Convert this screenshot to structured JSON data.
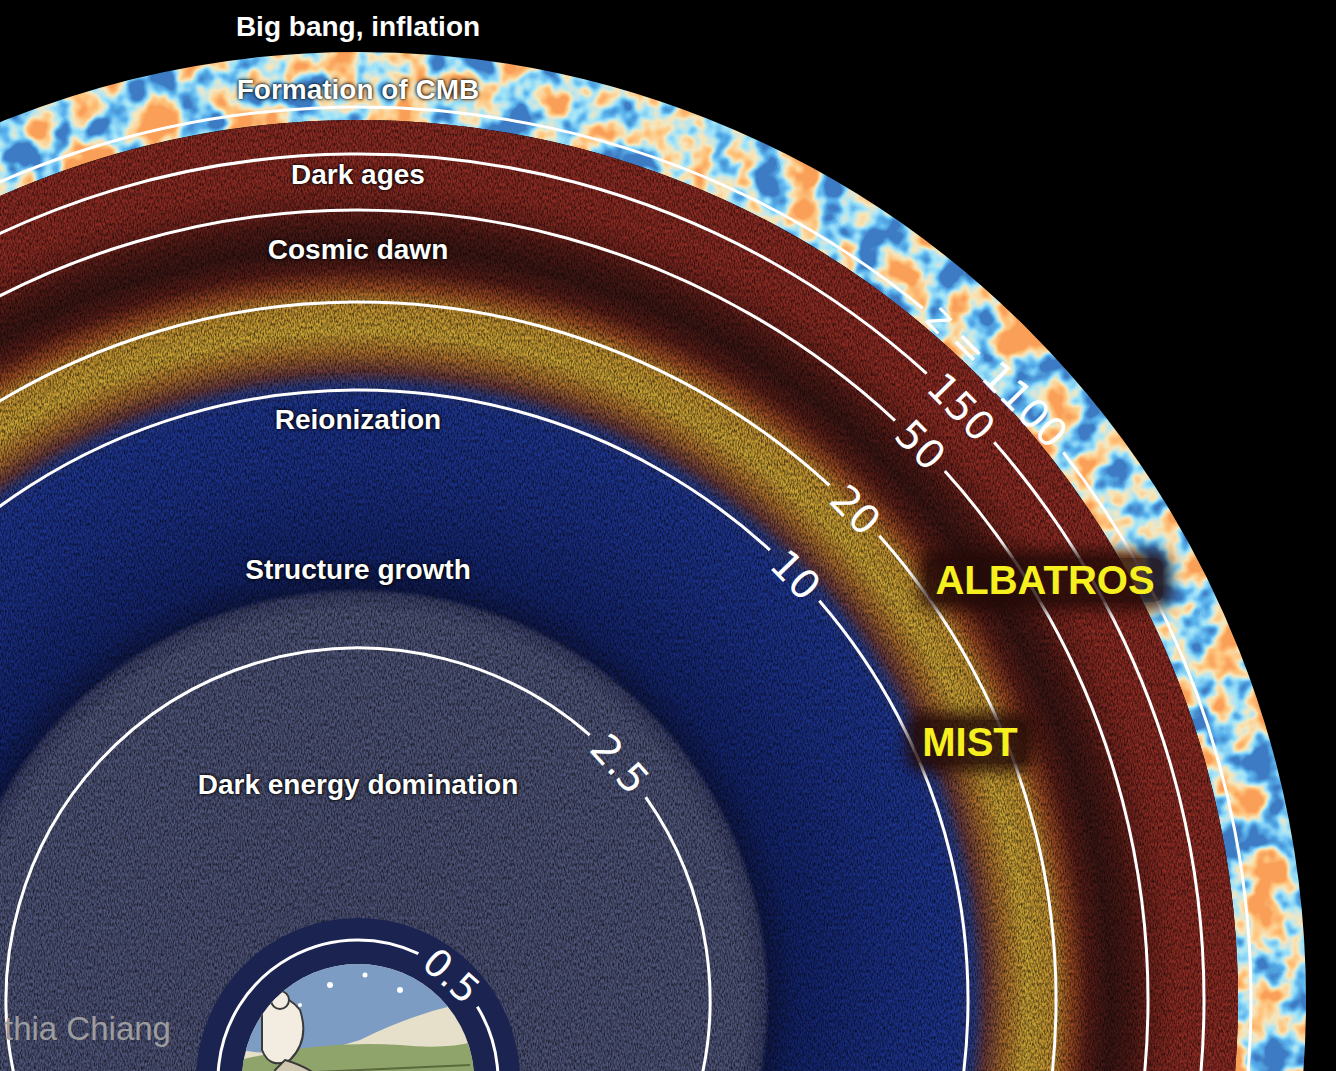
{
  "diagram": {
    "labels": [
      "Big bang, inflation",
      "Formation of CMB",
      "Dark ages",
      "Cosmic dawn",
      "Reionization",
      "Structure growth",
      "Dark energy domination",
      "z = 1100",
      "150",
      "50",
      "20",
      "10",
      "2.5",
      "0.5",
      "ALBATROS",
      "MIST",
      "thia Chiang"
    ]
  }
}
